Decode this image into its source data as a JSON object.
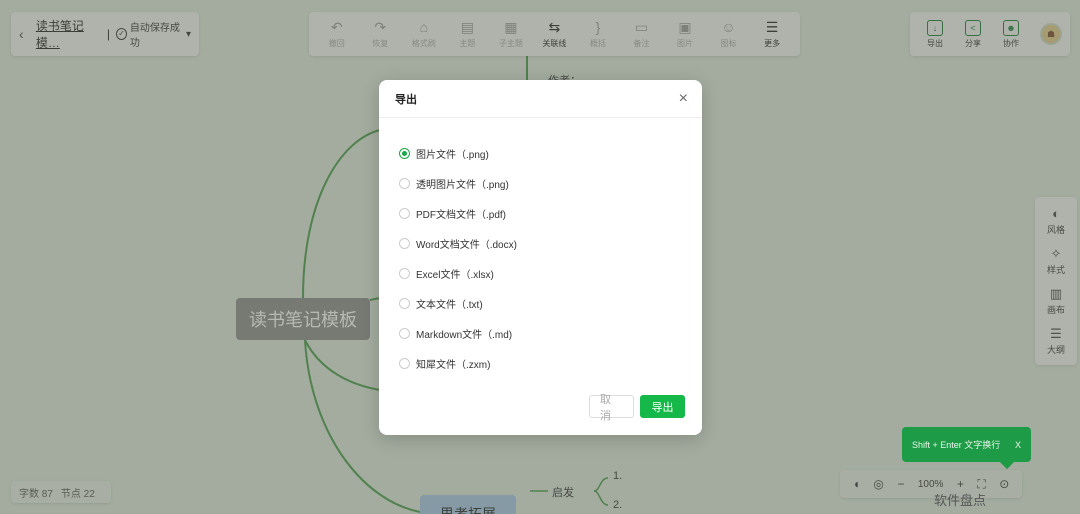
{
  "header": {
    "back_icon": "chevron-left-icon",
    "doc_title": "读书笔记模…",
    "separator": "|",
    "save_status": "自动保存成功",
    "save_dropdown": "▾"
  },
  "toolbar": {
    "items": [
      {
        "label": "撤回",
        "icon": "↶",
        "icon_name": "undo-icon"
      },
      {
        "label": "恢复",
        "icon": "↷",
        "icon_name": "redo-icon"
      },
      {
        "label": "格式刷",
        "icon": "⌂",
        "icon_name": "format-brush-icon"
      },
      {
        "label": "主题",
        "icon": "▤",
        "icon_name": "theme-icon"
      },
      {
        "label": "子主题",
        "icon": "▦",
        "icon_name": "subtopic-icon"
      },
      {
        "label": "关联线",
        "icon": "⇆",
        "icon_name": "relation-line-icon"
      },
      {
        "label": "概括",
        "icon": "}",
        "icon_name": "summary-icon"
      },
      {
        "label": "备注",
        "icon": "▭",
        "icon_name": "note-icon"
      },
      {
        "label": "图片",
        "icon": "▣",
        "icon_name": "image-icon"
      },
      {
        "label": "图标",
        "icon": "☺",
        "icon_name": "emoji-icon"
      },
      {
        "label": "更多",
        "icon": "☰",
        "icon_name": "more-icon"
      }
    ]
  },
  "share_panel": {
    "items": [
      {
        "label": "导出",
        "icon": "↓",
        "icon_name": "export-icon"
      },
      {
        "label": "分享",
        "icon": "<",
        "icon_name": "share-icon"
      },
      {
        "label": "协作",
        "icon": "☻",
        "icon_name": "collaborate-icon"
      }
    ]
  },
  "side_panel": {
    "items": [
      {
        "label": "风格",
        "icon": "◐",
        "icon_name": "palette-icon"
      },
      {
        "label": "样式",
        "icon": "✧",
        "icon_name": "style-icon"
      },
      {
        "label": "画布",
        "icon": "▥",
        "icon_name": "canvas-icon"
      },
      {
        "label": "大纲",
        "icon": "☰",
        "icon_name": "outline-icon"
      }
    ]
  },
  "stats": {
    "word_count": "字数 87",
    "node_count": "节点 22"
  },
  "zoom": {
    "minus": "−",
    "level": "100%",
    "plus": "+"
  },
  "tooltip": {
    "text": "Shift + Enter 文字换行",
    "close": "X"
  },
  "watermark": "软件盘点",
  "mindmap": {
    "root": "读书笔记模板",
    "author_label": "作者：",
    "branch": "思考拓展",
    "sub_label": "启发",
    "item1": "1.",
    "item2": "2."
  },
  "dialog": {
    "title": "导出",
    "close": "×",
    "options": [
      {
        "label": "图片文件（.png)",
        "selected": true
      },
      {
        "label": "透明图片文件（.png)",
        "selected": false
      },
      {
        "label": "PDF文档文件（.pdf)",
        "selected": false
      },
      {
        "label": "Word文档文件（.docx)",
        "selected": false
      },
      {
        "label": "Excel文件（.xlsx)",
        "selected": false
      },
      {
        "label": "文本文件（.txt)",
        "selected": false
      },
      {
        "label": "Markdown文件（.md)",
        "selected": false
      },
      {
        "label": "知犀文件（.zxm)",
        "selected": false
      }
    ],
    "cancel_label": "取 消",
    "ok_label": "导出"
  },
  "colors": {
    "accent": "#17b84a",
    "tooltip_bg": "#1e9b46",
    "branch_line": "#4a9a4a"
  }
}
